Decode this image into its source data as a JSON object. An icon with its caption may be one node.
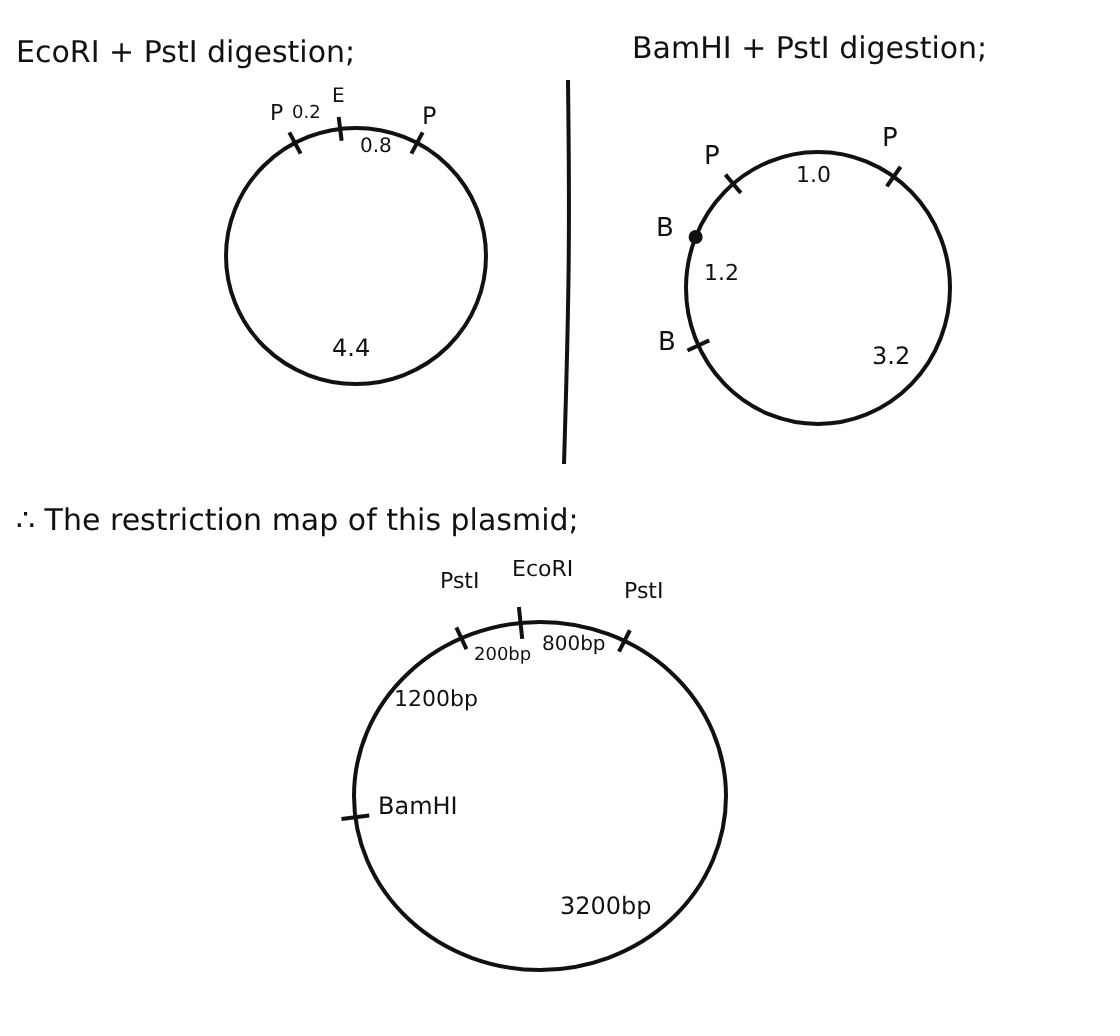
{
  "diagram": {
    "labels": [
      "EcoRI + PstI digestion;",
      "BamHI + PstI digestion;",
      "P",
      "0.2",
      "E",
      "0.8",
      "P",
      "4.4",
      "P",
      "1.0",
      "P",
      "B",
      "1.2",
      "B",
      "3.2",
      "∴ The restriction map of this plasmid;",
      "PstI",
      "EcoRI",
      "200bp",
      "800bp",
      "PstI",
      "1200bp",
      "BamHI",
      "3200bp"
    ]
  }
}
